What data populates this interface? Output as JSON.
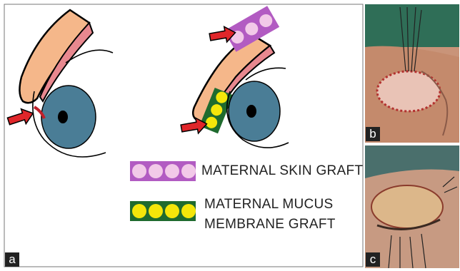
{
  "panels": {
    "a": {
      "label": "a"
    },
    "b": {
      "label": "b"
    },
    "c": {
      "label": "c"
    }
  },
  "legend": {
    "skin_graft": {
      "label": "MATERNAL SKIN GRAFT"
    },
    "mucus_graft": {
      "line1": "MATERNAL MUCUS",
      "line2": "MEMBRANE GRAFT"
    }
  },
  "colors": {
    "skin_graft_fill": "#b25bc2",
    "skin_graft_dots": "#f2c9e8",
    "mucus_graft_fill": "#1f6b2e",
    "mucus_graft_dots": "#f4e60a",
    "eyelid_skin": "#f5b78a",
    "eyelid_conjunctiva": "#e8888f",
    "iris": "#4a7d96",
    "arrow": "#e0262a"
  },
  "icons": {
    "arrow": "red-arrow-icon",
    "eye": "eye-icon"
  }
}
